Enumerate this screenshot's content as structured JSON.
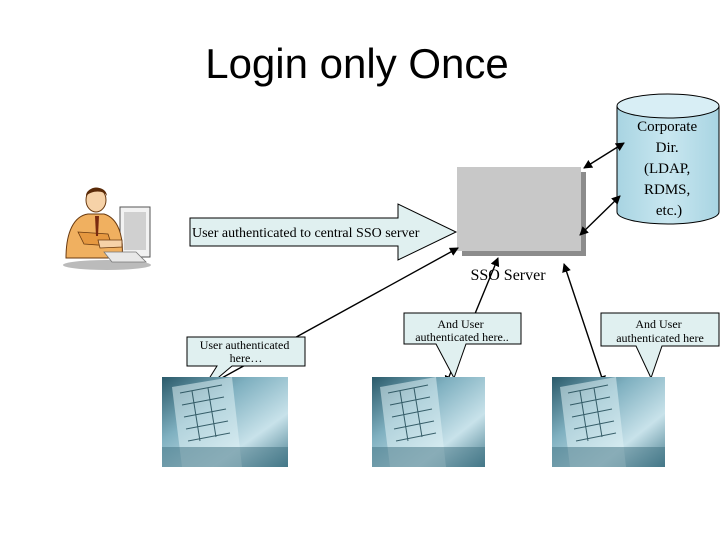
{
  "slide": {
    "title": "Login only Once"
  },
  "directory": {
    "lines": [
      "Corporate",
      "Dir.",
      "(LDAP,",
      "RDMS,",
      "etc.)"
    ]
  },
  "server": {
    "label": "SSO Server"
  },
  "user": {
    "arrow_label": "User authenticated to central SSO server"
  },
  "callouts": [
    {
      "lines": [
        "User authenticated",
        "here…"
      ]
    },
    {
      "lines": [
        "And User",
        "authenticated here.."
      ]
    },
    {
      "lines": [
        "And User",
        "authenticated here"
      ]
    }
  ],
  "colors": {
    "cylinder": "#add8e6",
    "server_box": "#c0c0c0",
    "callout_fill": "#e0f0f0",
    "arrow_fill": "#e0f0f0"
  },
  "icons": {
    "user": "person-at-computer-icon",
    "app": "spreadsheet-screen-icon"
  }
}
